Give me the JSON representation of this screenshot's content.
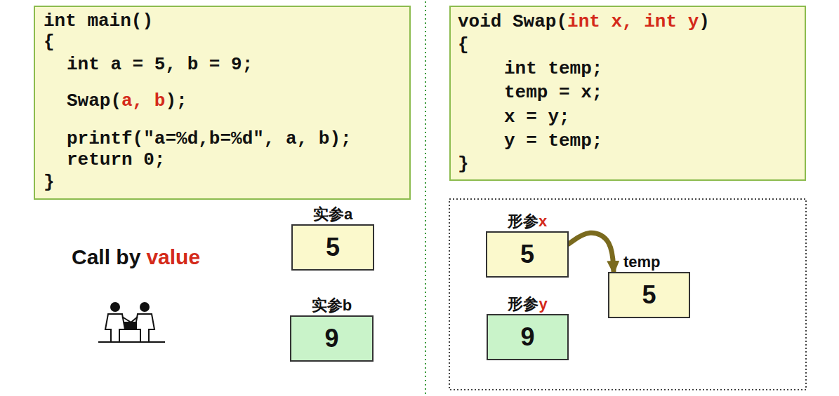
{
  "diagram": {
    "nodes": [
      {
        "text": [
          "int main()",
          "{",
          "int a = 5, b = 9;",
          "Swap(",
          "a, b",
          ");",
          "printf(\"a=%d,b=%d\", a, b);",
          "return 0;",
          "}"
        ]
      },
      {
        "text": [
          "void Swap(",
          "int x, int y",
          ")",
          "{",
          "int temp;",
          "temp = x;",
          "x = y;",
          "y = temp;",
          "}"
        ]
      },
      {
        "text": [
          "实参a",
          "5"
        ]
      },
      {
        "text": [
          "实参b",
          "9"
        ]
      },
      {
        "text": [
          "形参",
          "x",
          "5"
        ]
      },
      {
        "text": [
          "temp",
          "5"
        ]
      },
      {
        "text": [
          "形参",
          "y",
          "9"
        ]
      }
    ],
    "edges": [
      {
        "from": 4,
        "to": 5,
        "arrow": "to"
      }
    ],
    "labels": [
      "Call by",
      "value"
    ]
  }
}
